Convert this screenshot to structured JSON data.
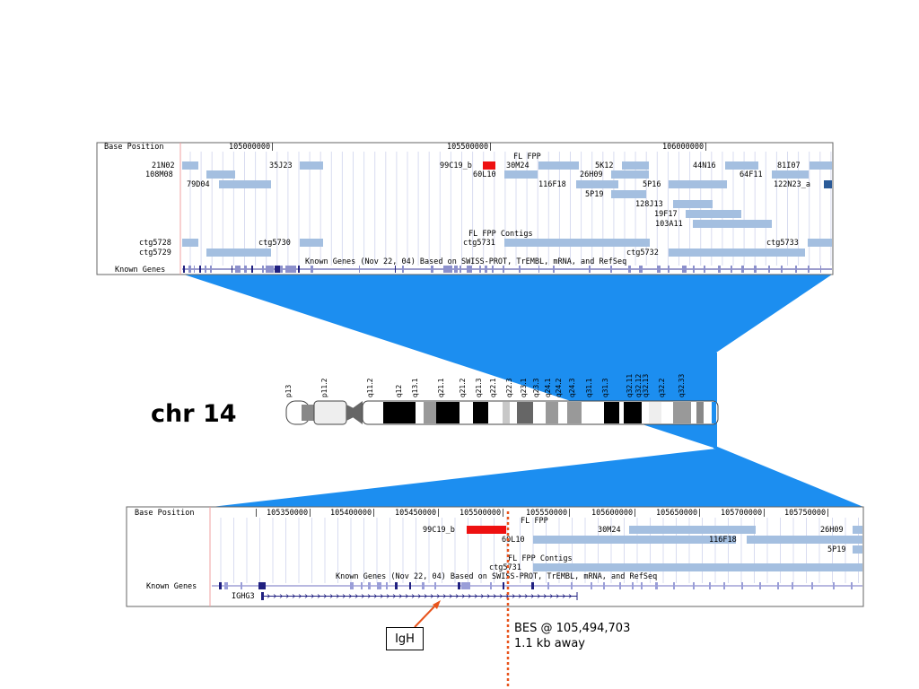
{
  "top_browser": {
    "base_position_label": "Base Position",
    "positions": [
      "105000000|",
      "105500000|",
      "106000000|"
    ],
    "fl_fpp_label": "FL FPP",
    "clones": [
      {
        "name": "21N02"
      },
      {
        "name": "108M08"
      },
      {
        "name": "79D04"
      },
      {
        "name": "35J23"
      },
      {
        "name": "99C19_b"
      },
      {
        "name": "60L10"
      },
      {
        "name": "30M24"
      },
      {
        "name": "5K12"
      },
      {
        "name": "26H09"
      },
      {
        "name": "116F18"
      },
      {
        "name": "5P16"
      },
      {
        "name": "5P19"
      },
      {
        "name": "128J13"
      },
      {
        "name": "19F17"
      },
      {
        "name": "103A11"
      },
      {
        "name": "44N16"
      },
      {
        "name": "81I07"
      },
      {
        "name": "64F11"
      },
      {
        "name": "122N23_a"
      }
    ],
    "contigs_label": "FL FPP Contigs",
    "contigs": [
      "ctg5728",
      "ctg5729",
      "ctg5730",
      "ctg5731",
      "ctg5732",
      "ctg5733"
    ],
    "known_genes_header": "Known Genes (Nov 22, 04) Based on SWISS-PROT, TrEMBL, mRNA, and RefSeq",
    "known_genes_label": "Known Genes"
  },
  "chromosome": {
    "label": "chr 14",
    "bands": [
      "p13",
      "p11.2",
      "q11.2",
      "q12",
      "q13.1",
      "q21.1",
      "q21.2",
      "q21.3",
      "q22.1",
      "q22.3",
      "q23.1",
      "q23.3",
      "q24.1",
      "q24.2",
      "q24.3",
      "q31.1",
      "q31.3",
      "q32.11",
      "q32.12",
      "q32.13",
      "q32.2",
      "q32.33"
    ]
  },
  "bottom_browser": {
    "base_position_label": "Base Position",
    "positions": [
      "105350000|",
      "105400000|",
      "105450000|",
      "105500000|",
      "105550000|",
      "105600000|",
      "105650000|",
      "105700000|",
      "105750000|"
    ],
    "fl_fpp_label": "FL FPP",
    "clones": [
      {
        "name": "99C19_b"
      },
      {
        "name": "60L10"
      },
      {
        "name": "30M24"
      },
      {
        "name": "116F18"
      },
      {
        "name": "26H09"
      },
      {
        "name": "5P19"
      }
    ],
    "contigs_label": "FL FPP Contigs",
    "contigs": [
      "ctg5731"
    ],
    "known_genes_header": "Known Genes (Nov 22, 04) Based on SWISS-PROT, TrEMBL, mRNA, and RefSeq",
    "known_genes_label": "Known Genes",
    "gene": "IGHG3"
  },
  "annotations": {
    "igh_label": "IgH",
    "bes_line1": "BES @ 105,494,703",
    "bes_line2": "1.1 kb away"
  },
  "colors": {
    "clone_fill": "#a4bfe0",
    "highlight_fill": "#ee1111",
    "zoom_fill": "#1c8ef0",
    "gene_fill": "#202080",
    "marker_line": "#e8541c"
  }
}
